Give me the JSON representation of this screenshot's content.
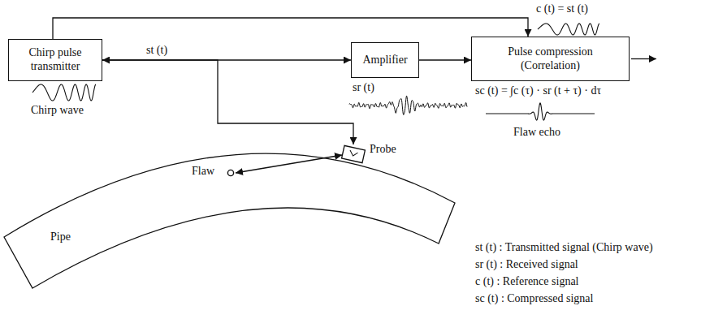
{
  "diagram": {
    "nodes": [
      {
        "text": [
          "Chirp pulse transmitter"
        ]
      },
      {
        "text": [
          "Amplifier"
        ]
      },
      {
        "text": [
          "Pulse compression (Correlation)"
        ]
      },
      {
        "text": [
          "Probe"
        ]
      },
      {
        "text": [
          "Pipe"
        ]
      },
      {
        "text": [
          "Flaw"
        ],
        "in": 4
      }
    ],
    "edges": [
      {
        "from": 0,
        "to": 1,
        "arrow": "to",
        "label": "st (t)"
      },
      {
        "from": 1,
        "to": 2,
        "arrow": "to"
      },
      {
        "from": 0,
        "to": 2,
        "arrow": "to"
      },
      {
        "from": 0,
        "to": 3,
        "arrow": "both"
      },
      {
        "from": 5,
        "to": 3,
        "arrow": "both"
      }
    ],
    "labels": [
      "Chirp wave",
      "c (t) = st (t)",
      "sr (t)",
      "sc (t) = ∫c (τ) · sr (t + τ) · dτ",
      "Flaw echo",
      "st (t) : Transmitted signal (Chirp wave)",
      "sr (t) : Received signal",
      "c (t) : Reference signal",
      "sc (t) : Compressed signal"
    ]
  }
}
